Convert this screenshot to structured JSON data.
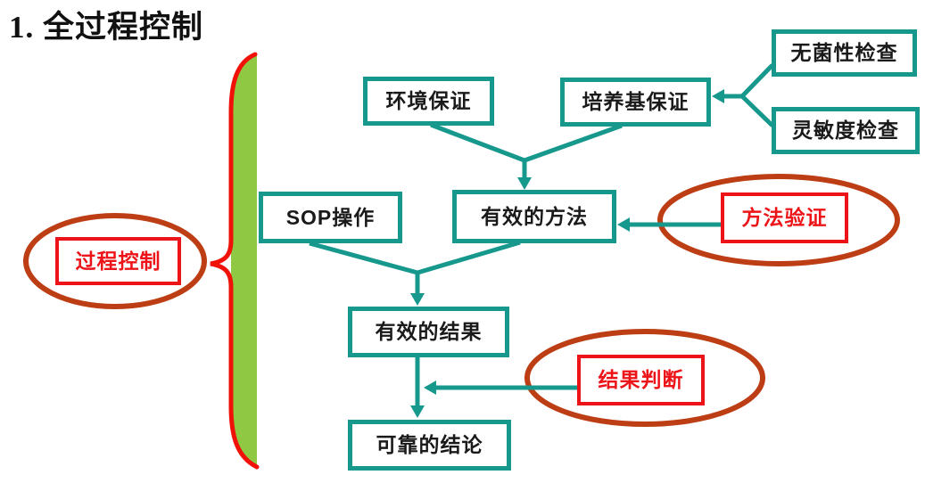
{
  "title": "1. 全过程控制",
  "colors": {
    "teal": "#17988D",
    "bright_red": "#EC1418",
    "brace_red": "#F01208",
    "ellipse_red": "#BD3E14",
    "green_bar": "#8FC843",
    "text_black": "#1A1A1A"
  },
  "nodes": {
    "env": "环境保证",
    "medium": "培养基保证",
    "sterility": "无菌性检查",
    "sensitivity": "灵敏度检查",
    "sop": "SOP操作",
    "method": "有效的方法",
    "result": "有效的结果",
    "conclusion": "可靠的结论",
    "process_control": "过程控制",
    "method_validation": "方法验证",
    "result_judgment": "结果判断"
  },
  "diagram": {
    "type": "flowchart",
    "edges": [
      {
        "from": "无菌性检查",
        "to": "培养基保证"
      },
      {
        "from": "灵敏度检查",
        "to": "培养基保证"
      },
      {
        "from": "环境保证",
        "to": "有效的方法"
      },
      {
        "from": "培养基保证",
        "to": "有效的方法"
      },
      {
        "from": "方法验证",
        "to": "有效的方法"
      },
      {
        "from": "SOP操作",
        "to": "有效的结果"
      },
      {
        "from": "有效的方法",
        "to": "有效的结果"
      },
      {
        "from": "有效的结果",
        "to": "可靠的结论"
      },
      {
        "from": "结果判断",
        "to": "可靠的结论"
      },
      {
        "from": "过程控制",
        "to": "全流程（brace）"
      }
    ]
  }
}
